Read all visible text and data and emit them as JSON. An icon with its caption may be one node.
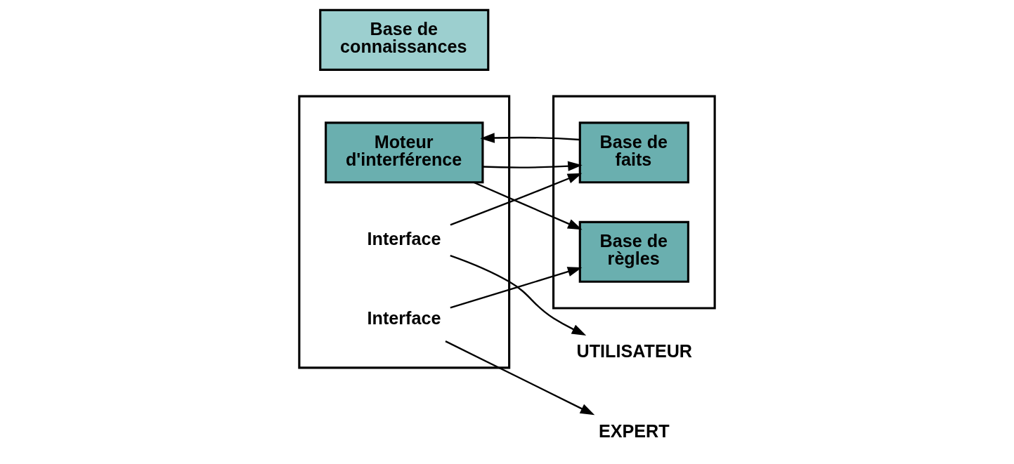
{
  "diagram": {
    "nodes": [
      {
        "text": [],
        "shape": "box"
      },
      {
        "text": [
          "Base de règles"
        ],
        "in": 0
      },
      {
        "text": [
          "Base de faits"
        ],
        "in": 0
      },
      {
        "text": [],
        "shape": "box"
      },
      {
        "text": [
          "Interface"
        ],
        "in": 3
      },
      {
        "text": [
          "Moteur d'interférence"
        ],
        "in": 3
      },
      {
        "text": [
          "Interface"
        ],
        "in": 3
      },
      {
        "text": [
          "EXPERT"
        ]
      },
      {
        "text": [
          "UTILISATEUR"
        ]
      },
      {
        "text": [
          "Base de connaissances"
        ]
      }
    ],
    "edges": [
      {
        "from": 4,
        "to": 1,
        "arrow": "to"
      },
      {
        "from": 4,
        "to": 7,
        "arrow": "to"
      },
      {
        "from": 5,
        "to": 1,
        "arrow": "to"
      },
      {
        "from": 2,
        "to": 5,
        "arrow": "to"
      },
      {
        "from": 5,
        "to": 2,
        "arrow": "to"
      },
      {
        "from": 6,
        "to": 2,
        "arrow": "to"
      },
      {
        "from": 6,
        "to": 8,
        "arrow": "to"
      }
    ]
  }
}
